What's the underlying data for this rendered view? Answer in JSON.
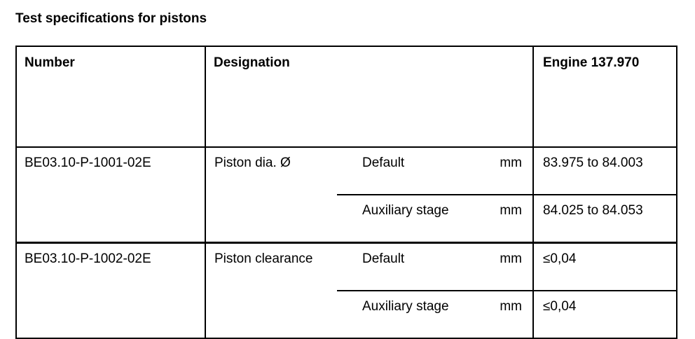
{
  "document": {
    "title": "Test specifications for pistons"
  },
  "table": {
    "headers": {
      "number": "Number",
      "designation": "Designation",
      "engine": "Engine 137.970"
    },
    "groups": [
      {
        "number": "BE03.10-P-1001-02E",
        "designation": "Piston dia. Ø",
        "rows": [
          {
            "variant": "Default",
            "unit": "mm",
            "value": "83.975 to 84.003"
          },
          {
            "variant": "Auxiliary stage",
            "unit": "mm",
            "value": "84.025 to 84.053"
          }
        ]
      },
      {
        "number": "BE03.10-P-1002-02E",
        "designation": "Piston clearance",
        "rows": [
          {
            "variant": "Default",
            "unit": "mm",
            "value": "≤0,04"
          },
          {
            "variant": "Auxiliary stage",
            "unit": "mm",
            "value": "≤0,04"
          }
        ]
      }
    ]
  }
}
